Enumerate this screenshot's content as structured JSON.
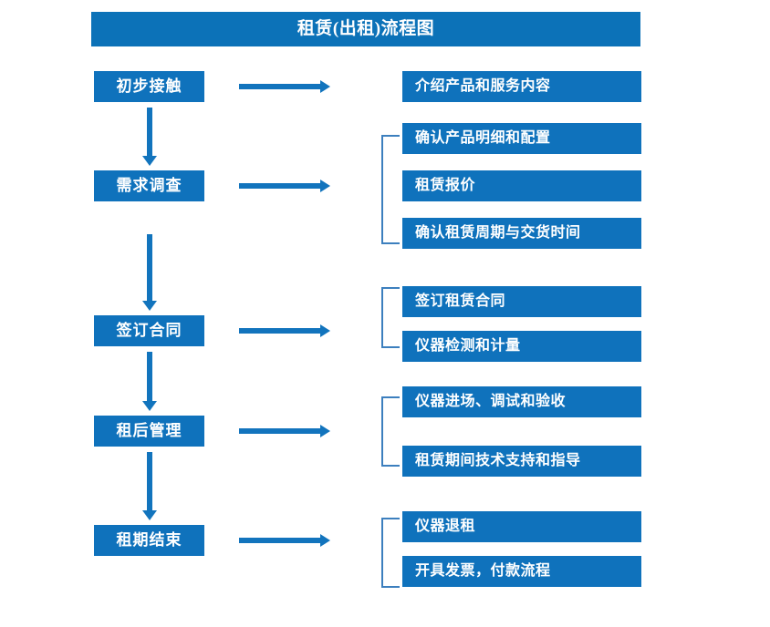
{
  "diagram": {
    "title": "租赁(出租)流程图",
    "colors": {
      "box_fill": "#0F72BC",
      "banner_fill": "#0C72B8",
      "arrow": "#1274BD",
      "bracket": "#3C7FBE",
      "text": "#FFFFFF",
      "background": "#FFFFFF"
    },
    "stages": [
      {
        "label": "初步接触"
      },
      {
        "label": "需求调查"
      },
      {
        "label": "签订合同"
      },
      {
        "label": "租后管理"
      },
      {
        "label": "租期结束"
      }
    ],
    "details": [
      {
        "label": "介绍产品和服务内容"
      },
      {
        "label": "确认产品明细和配置"
      },
      {
        "label": "租赁报价"
      },
      {
        "label": "确认租赁周期与交货时间"
      },
      {
        "label": "签订租赁合同"
      },
      {
        "label": "仪器检测和计量"
      },
      {
        "label": "仪器进场、调试和验收"
      },
      {
        "label": "租赁期间技术支持和指导"
      },
      {
        "label": "仪器退租"
      },
      {
        "label": "开具发票，付款流程"
      }
    ]
  }
}
